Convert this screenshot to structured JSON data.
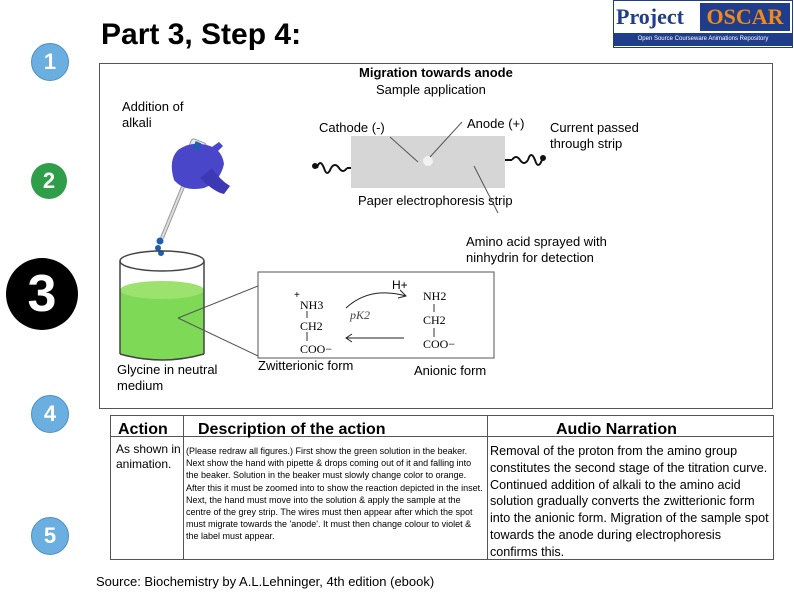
{
  "header": {
    "title": "Part 3, Step 4:",
    "logo": {
      "word1": "Project",
      "word2": "OSCAR",
      "tagline": "Open Source Courseware Animations Repository"
    }
  },
  "steps": [
    "1",
    "2",
    "3",
    "4",
    "5"
  ],
  "scene": {
    "heading": "Migration towards anode",
    "subheading": "Sample application",
    "alkali_label": "Addition of alkali",
    "cathode_label": "Cathode (-)",
    "anode_label": "Anode (+)",
    "current_label": "Current passed through strip",
    "strip_label": "Paper electrophoresis strip",
    "ninhydrin_label": "Amino acid sprayed with ninhydrin for detection",
    "beaker_label": "Glycine in neutral medium",
    "zwitterion_label": "Zwitterionic form",
    "anionic_label": "Anionic form",
    "reaction": {
      "h_plus": "H+",
      "pk": "pK2",
      "left": {
        "top": "NH3",
        "top_charge": "+",
        "mid": "CH2",
        "bottom": "COO−"
      },
      "right": {
        "top": "NH2",
        "mid": "CH2",
        "bottom": "COO−"
      }
    }
  },
  "table": {
    "action_header": "Action",
    "description_header": "Description of the action",
    "narration_header": "Audio Narration",
    "action_text": "As shown in animation.",
    "description_text": "(Please redraw all figures.) First show the green solution in the beaker. Next show the hand with pipette & drops coming out of it and falling into the beaker. Solution in the beaker must slowly change color to orange. After this it must be zoomed into to show the reaction depicted in the inset. Next, the hand must move into the solution & apply the sample at the centre of the grey strip. The wires must then appear after which the spot must migrate towards the 'anode'. It must then change colour to violet & the label must appear.",
    "narration_text": "Removal of the proton from the amino group constitutes the second stage of the titration curve. Continued addition of alkali to the amino acid solution gradually converts the zwitterionic form into the anionic form. Migration of the sample spot towards the anode during electrophoresis confirms this."
  },
  "source": "Source: Biochemistry by A.L.Lehninger, 4th edition (ebook)",
  "colors": {
    "step_blue": "#6baee0",
    "step_green": "#2e9e49",
    "solution_green": "#7ed957",
    "strip_grey": "#d6d6d6",
    "logo_blue": "#1f3d8a",
    "logo_orange": "#f08a1c",
    "glove": "#4a46c9"
  }
}
